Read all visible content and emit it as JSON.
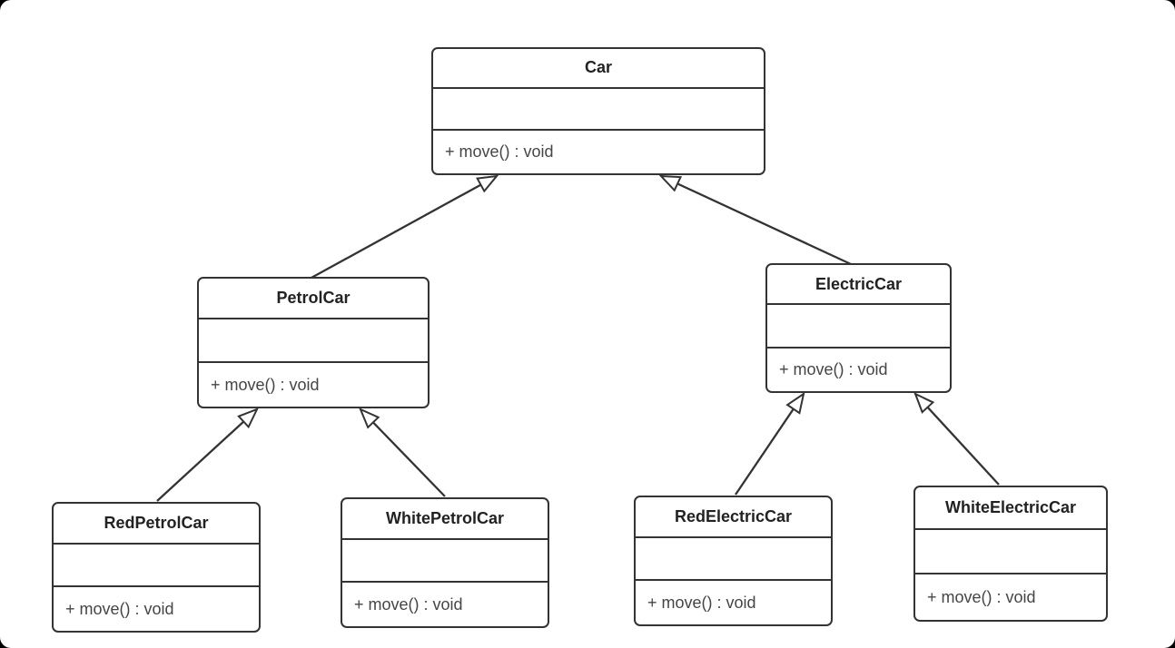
{
  "diagram": {
    "type": "uml-class-diagram",
    "classes": [
      {
        "name": "Car",
        "attributes_text": "",
        "methods_text": "+ move() : void"
      },
      {
        "name": "PetrolCar",
        "attributes_text": "",
        "methods_text": "+ move() : void"
      },
      {
        "name": "ElectricCar",
        "attributes_text": "",
        "methods_text": "+ move() : void"
      },
      {
        "name": "RedPetrolCar",
        "attributes_text": "",
        "methods_text": "+ move() : void"
      },
      {
        "name": "WhitePetrolCar",
        "attributes_text": "",
        "methods_text": "+ move() : void"
      },
      {
        "name": "RedElectricCar",
        "attributes_text": "",
        "methods_text": "+ move() : void"
      },
      {
        "name": "WhiteElectricCar",
        "attributes_text": "",
        "methods_text": "+ move() : void"
      }
    ],
    "relations": [
      {
        "child": "PetrolCar",
        "parent": "Car",
        "type": "generalization"
      },
      {
        "child": "ElectricCar",
        "parent": "Car",
        "type": "generalization"
      },
      {
        "child": "RedPetrolCar",
        "parent": "PetrolCar",
        "type": "generalization"
      },
      {
        "child": "WhitePetrolCar",
        "parent": "PetrolCar",
        "type": "generalization"
      },
      {
        "child": "RedElectricCar",
        "parent": "ElectricCar",
        "type": "generalization"
      },
      {
        "child": "WhiteElectricCar",
        "parent": "ElectricCar",
        "type": "generalization"
      }
    ],
    "colors": {
      "stroke": "#333333",
      "title_text": "#222222",
      "method_text": "#454545",
      "background": "#ffffff",
      "page_corner": "#000000"
    }
  }
}
